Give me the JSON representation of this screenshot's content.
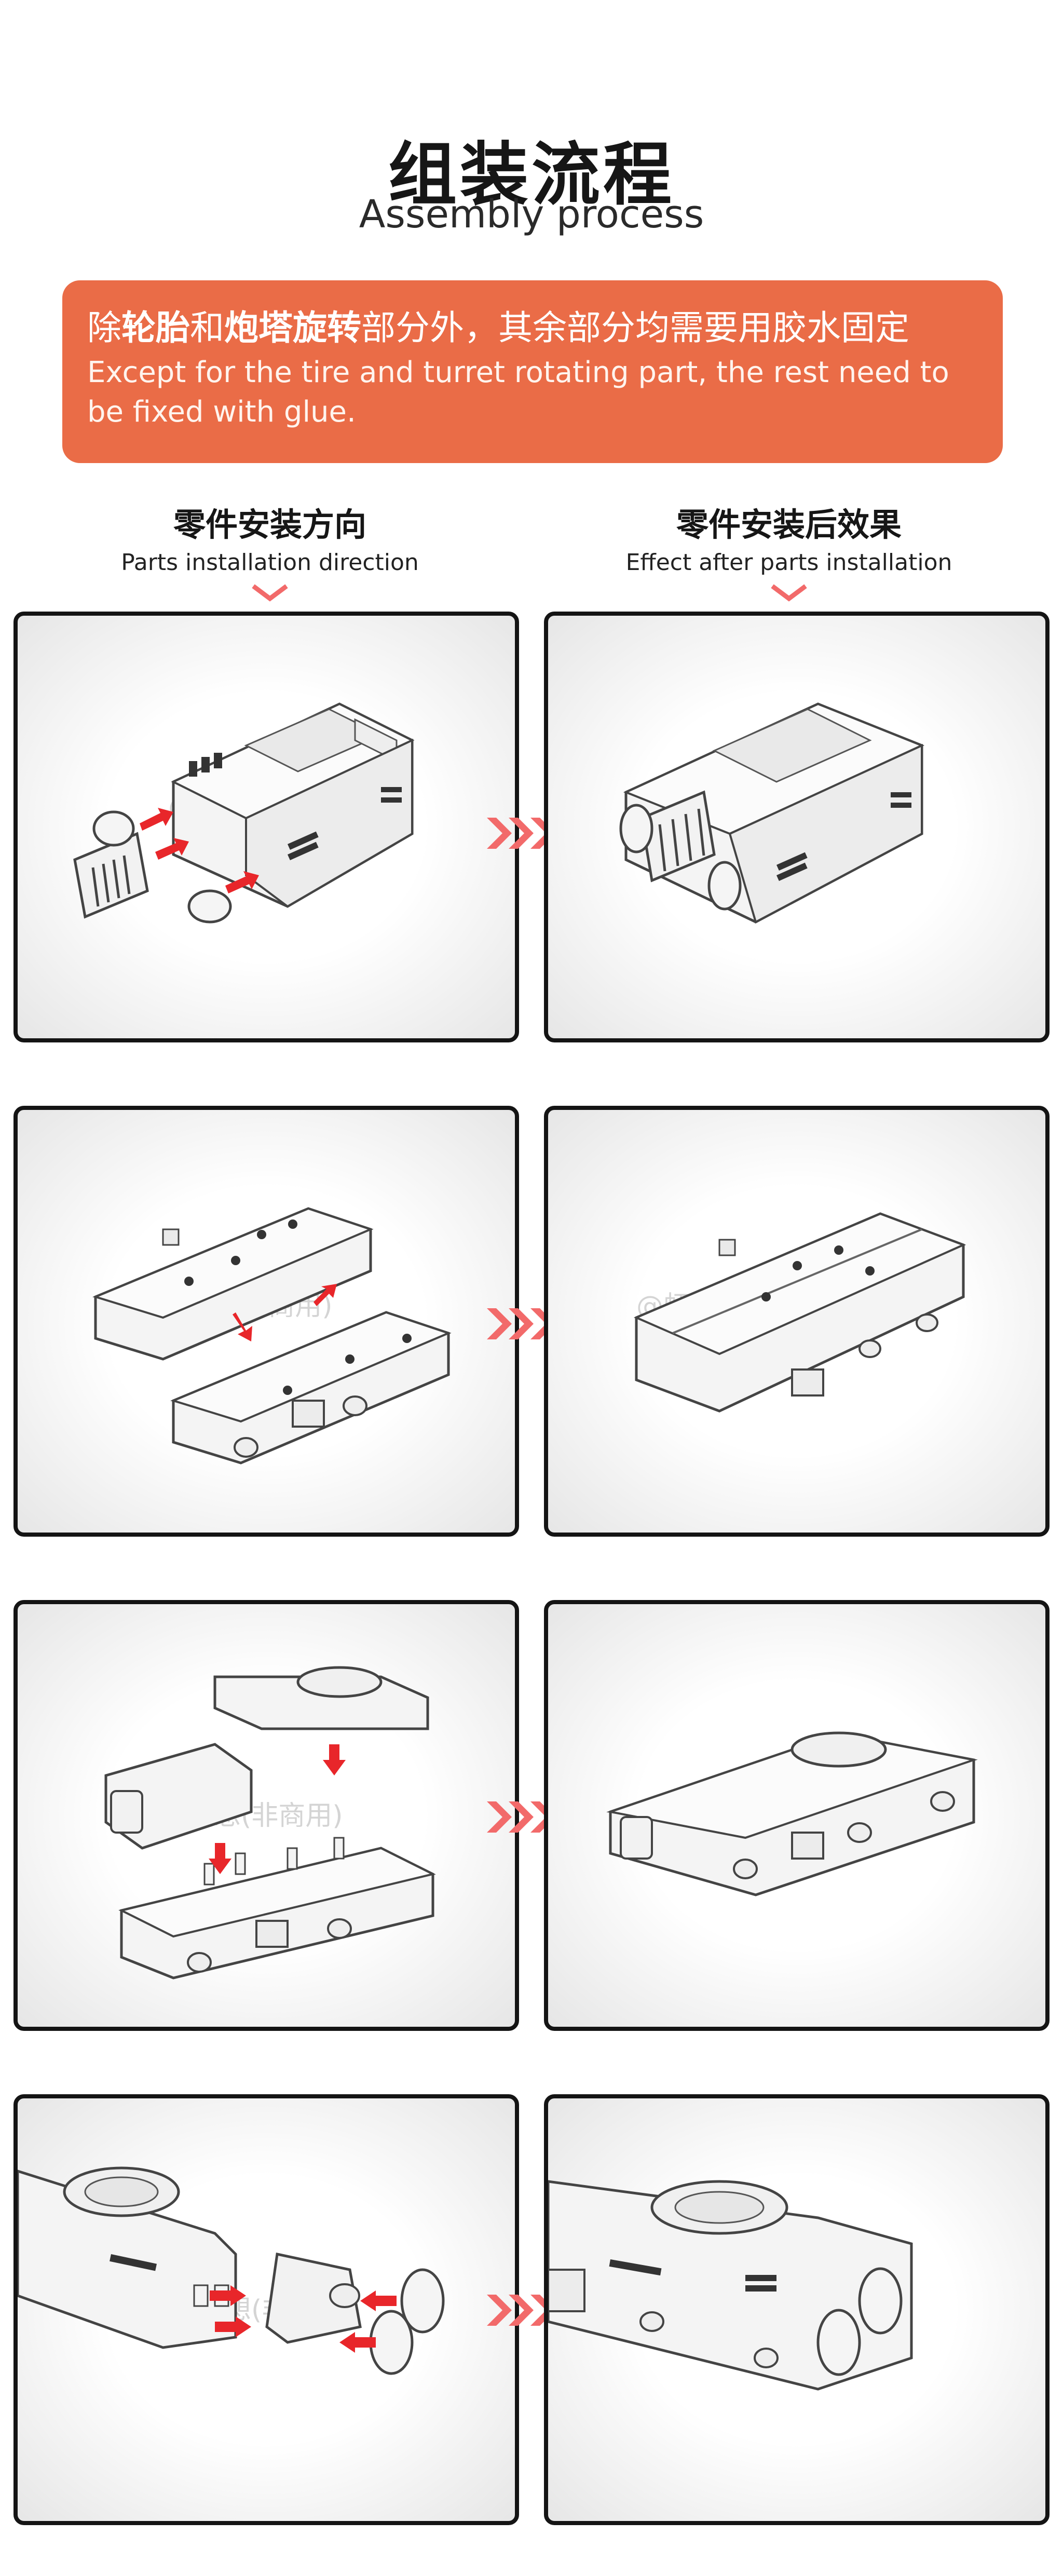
{
  "header": {
    "title_zh": "组装流程",
    "title_en": "Assembly process"
  },
  "notice": {
    "zh_prefix": "除",
    "zh_bold1": "轮胎",
    "zh_mid": "和",
    "zh_bold2": "炮塔旋转",
    "zh_suffix": "部分外，其余部分均需要用胶水固定",
    "en": "Except for the tire and turret rotating part, the rest need to be fixed with glue."
  },
  "columns": {
    "left": {
      "zh": "零件安装方向",
      "en": "Parts installation direction"
    },
    "right": {
      "zh": "零件安装后效果",
      "en": "Effect after parts installation"
    }
  },
  "watermark": "@虾七八想(非商用)",
  "steps": [
    {
      "before": "step1-before",
      "after": "step1-after"
    },
    {
      "before": "step2-before",
      "after": "step2-after"
    },
    {
      "before": "step3-before",
      "after": "step3-after"
    },
    {
      "before": "step4-before",
      "after": "step4-after"
    }
  ],
  "colors": {
    "accent": "#ea6c47",
    "arrow_red": "#e8262a",
    "chevron": "#f26a6a",
    "border": "#141414"
  }
}
